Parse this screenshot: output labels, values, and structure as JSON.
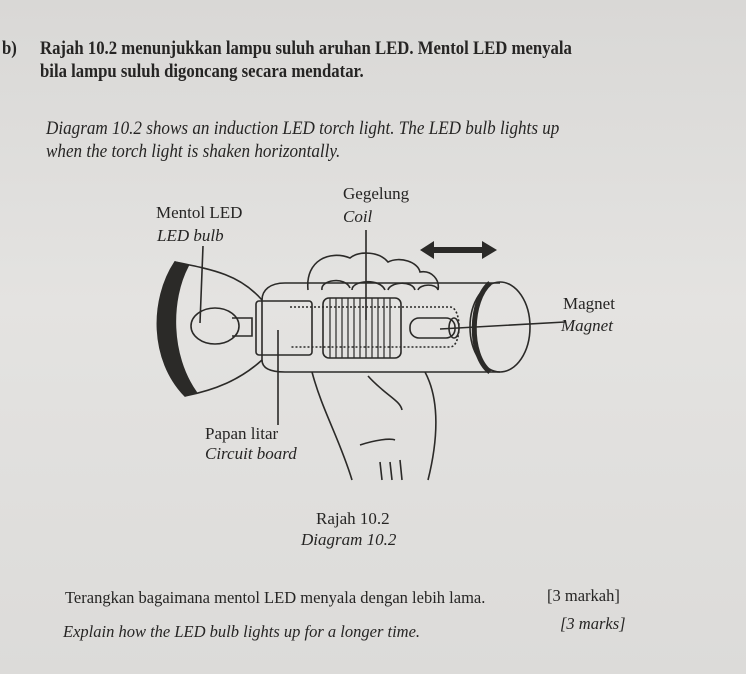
{
  "question": {
    "number": "b)",
    "malay_lines": [
      "Rajah 10.2 menunjukkan lampu suluh aruhan LED. Mentol LED menyala",
      "bila lampu suluh digoncang secara mendatar."
    ],
    "english_lines": [
      "Diagram 10.2 shows an induction LED torch light. The LED bulb lights up",
      "when the torch light is shaken horizontally."
    ]
  },
  "diagram": {
    "labels": {
      "coil_malay": "Gegelung",
      "coil_english": "Coil",
      "bulb_malay": "Mentol LED",
      "bulb_english": "LED bulb",
      "magnet_malay": "Magnet",
      "magnet_english": "Magnet",
      "board_malay": "Papan litar",
      "board_english": "Circuit board"
    },
    "caption_malay": "Rajah 10.2",
    "caption_english": "Diagram 10.2",
    "icons": [
      "double-arrow-icon"
    ]
  },
  "task": {
    "malay": "Terangkan bagaimana mentol LED menyala dengan lebih lama.",
    "malay_marks": "[3 markah]",
    "english": "Explain how the LED bulb lights up for a longer time.",
    "english_marks": "[3 marks]"
  }
}
